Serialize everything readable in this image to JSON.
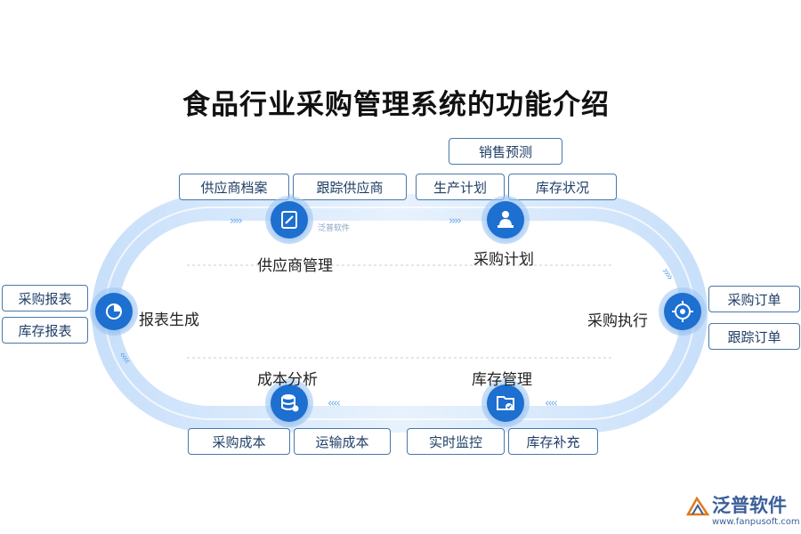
{
  "title": "食品行业采购管理系统的功能介绍",
  "nodes": {
    "supplier": "供应商管理",
    "plan": "采购计划",
    "execute": "采购执行",
    "inventory": "库存管理",
    "cost": "成本分析",
    "report": "报表生成"
  },
  "boxes": {
    "supplier_file": "供应商档案",
    "track_supplier": "跟踪供应商",
    "sales_forecast": "销售预测",
    "production_plan": "生产计划",
    "inventory_status": "库存状况",
    "purchase_order": "采购订单",
    "track_order": "跟踪订单",
    "realtime_monitor": "实时监控",
    "inventory_replenish": "库存补充",
    "purchase_cost": "采购成本",
    "transport_cost": "运输成本",
    "purchase_report": "采购报表",
    "inventory_report": "库存报表"
  },
  "chevrons": {
    "right": "››››",
    "left": "‹‹‹‹",
    "down": "››››",
    "up": "‹‹‹‹"
  },
  "watermark": "泛普软件",
  "brand": {
    "name": "泛普软件",
    "url": "www.fanpusoft.com"
  },
  "colors": {
    "node": "#1d6fd0",
    "track_outer": "#d7e8fb",
    "box_border": "#4a78a8"
  }
}
